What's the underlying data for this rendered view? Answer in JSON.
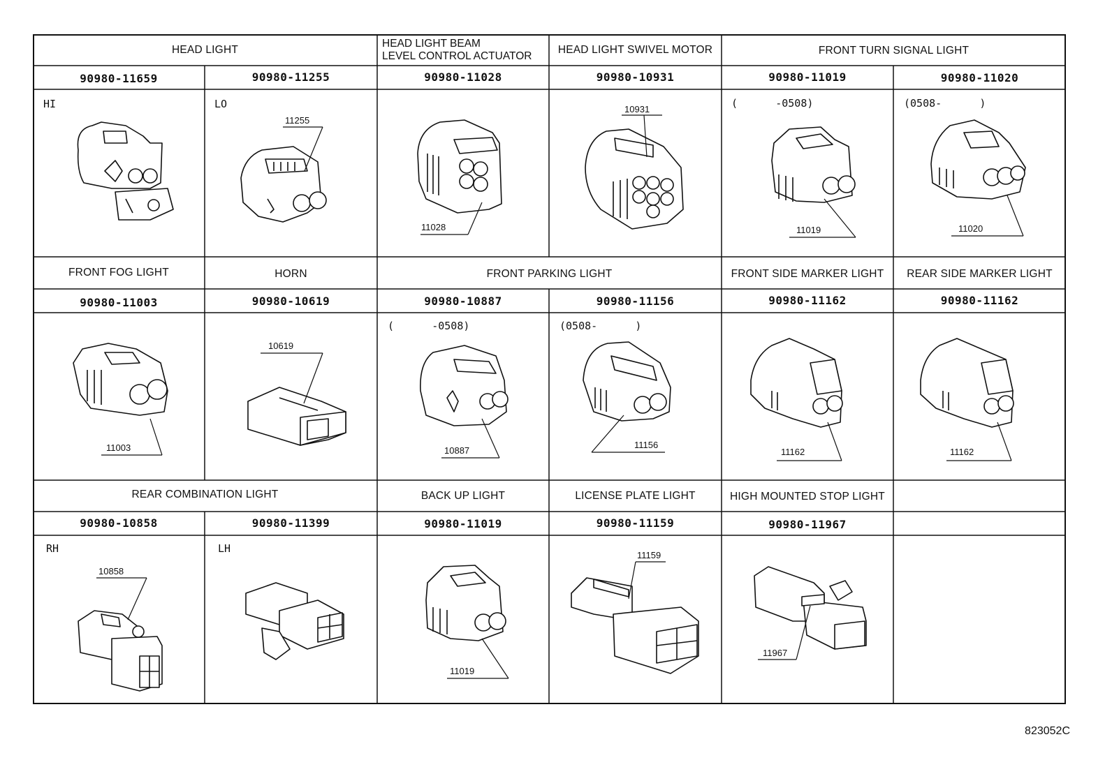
{
  "figure_id": "823052C",
  "sections": [
    {
      "titles": [
        "HEAD LIGHT",
        "HEAD LIGHT BEAM\nLEVEL CONTROL ACTUATOR",
        "HEAD LIGHT SWIVEL MOTOR",
        "FRONT TURN SIGNAL LIGHT"
      ],
      "parts": [
        "90980-11659",
        "90980-11255",
        "90980-11028",
        "90980-10931",
        "90980-11019",
        "90980-11020"
      ],
      "notes": [
        "HI",
        "LO",
        "",
        "",
        "(      -0508)",
        "(0508-      )"
      ],
      "callouts": [
        "",
        "11255",
        "11028",
        "10931",
        "11019",
        "11020"
      ]
    },
    {
      "titles": [
        "FRONT FOG LIGHT",
        "HORN",
        "FRONT PARKING LIGHT",
        "FRONT SIDE MARKER LIGHT",
        "REAR SIDE MARKER LIGHT"
      ],
      "parts": [
        "90980-11003",
        "90980-10619",
        "90980-10887",
        "90980-11156",
        "90980-11162",
        "90980-11162"
      ],
      "notes": [
        "",
        "",
        "(      -0508)",
        "(0508-      )",
        "",
        ""
      ],
      "callouts": [
        "11003",
        "10619",
        "10887",
        "11156",
        "11162",
        "11162"
      ]
    },
    {
      "titles": [
        "REAR COMBINATION LIGHT",
        "BACK UP LIGHT",
        "LICENSE PLATE LIGHT",
        "HIGH MOUNTED STOP LIGHT"
      ],
      "parts": [
        "90980-10858",
        "90980-11399",
        "90980-11019",
        "90980-11159",
        "90980-11967",
        ""
      ],
      "notes": [
        "RH",
        "LH",
        "",
        "",
        "",
        ""
      ],
      "callouts": [
        "10858",
        "",
        "11019",
        "11159",
        "11967",
        ""
      ]
    }
  ]
}
